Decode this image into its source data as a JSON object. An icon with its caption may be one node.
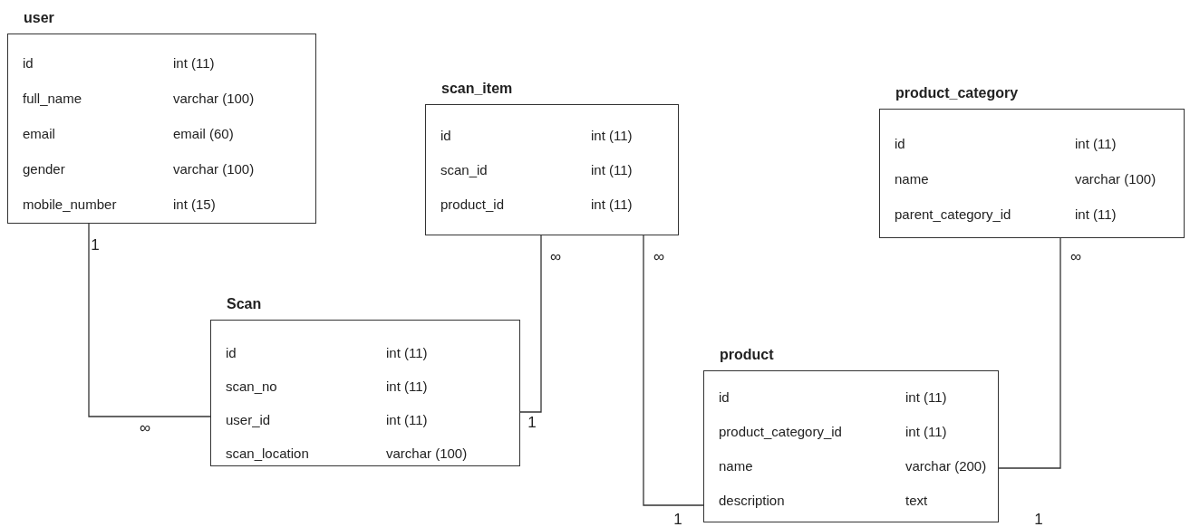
{
  "diagram": {
    "nodes": [
      {
        "text": [
          "user",
          "id",
          "int (11)",
          "full_name",
          "varchar (100)",
          "email",
          "email (60)",
          "gender",
          "varchar (100)",
          "mobile_number",
          "int (15)"
        ]
      },
      {
        "text": [
          "scan_item",
          "id",
          "int (11)",
          "scan_id",
          "int (11)",
          "product_id",
          "int (11)"
        ]
      },
      {
        "text": [
          "product_category",
          "id",
          "int (11)",
          "name",
          "varchar (100)",
          "parent_category_id",
          "int (11)"
        ]
      },
      {
        "text": [
          "Scan",
          "id",
          "int (11)",
          "scan_no",
          "int (11)",
          "user_id",
          "int (11)",
          "scan_location",
          "varchar (100)"
        ]
      },
      {
        "text": [
          "product",
          "id",
          "int (11)",
          "product_category_id",
          "int (11)",
          "name",
          "varchar (200)",
          "description",
          "text"
        ]
      }
    ],
    "edges": [
      {
        "from": 0,
        "to": 3,
        "arrow": "none"
      },
      {
        "from": 1,
        "to": 3,
        "arrow": "none"
      },
      {
        "from": 1,
        "to": 4,
        "arrow": "none"
      },
      {
        "from": 2,
        "to": 4,
        "arrow": "none"
      }
    ],
    "labels": [
      "1",
      "∞",
      "∞",
      "∞",
      "1",
      "∞",
      "1",
      "1"
    ]
  }
}
